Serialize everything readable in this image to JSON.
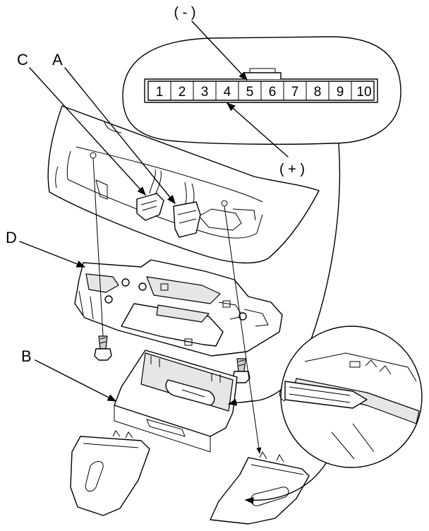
{
  "callouts": {
    "c": "C",
    "a": "A",
    "d": "D",
    "b": "B"
  },
  "connector": {
    "negative_label": "( - )",
    "positive_label": "( + )",
    "pins": [
      "1",
      "2",
      "3",
      "4",
      "5",
      "6",
      "7",
      "8",
      "9",
      "10"
    ]
  }
}
